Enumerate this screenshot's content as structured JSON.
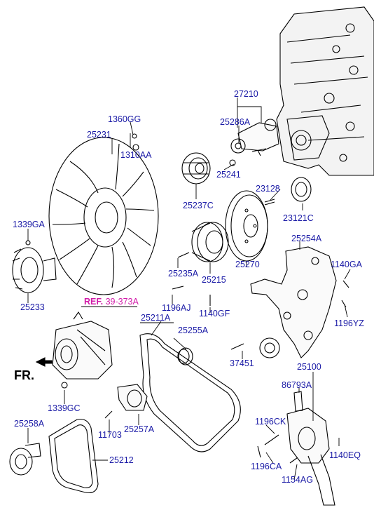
{
  "diagram": {
    "direction_label": "FR.",
    "ref_label": {
      "prefix": "REF.",
      "code": "39-373A"
    },
    "part_labels": [
      "27210",
      "25286A",
      "1360GG",
      "25231",
      "1310AA",
      "25241",
      "25237C",
      "23128",
      "23121C",
      "1339GA",
      "25233",
      "25235A",
      "25215",
      "25270",
      "25254A",
      "1140GA",
      "1196AJ",
      "1140GF",
      "1196YZ",
      "25211A",
      "25255A",
      "37451",
      "25100",
      "86793A",
      "1339GC",
      "25258A",
      "11703",
      "25257A",
      "25212",
      "1196CK",
      "1196CA",
      "1154AG",
      "1140EQ"
    ]
  },
  "colors": {
    "label": "#1a1aa6",
    "ref": "#d11aa8",
    "line": "#000000"
  }
}
